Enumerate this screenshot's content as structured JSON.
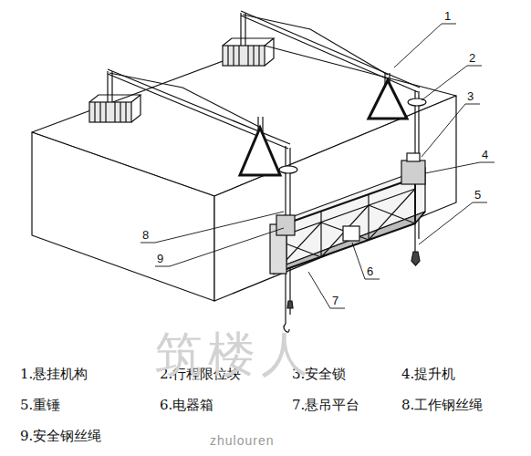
{
  "diagram": {
    "labels": [
      "1",
      "2",
      "3",
      "4",
      "5",
      "8",
      "9",
      "6",
      "7",
      "1.悬挂机构",
      "2.行程限位块",
      "3.安全锁",
      "4.提升机",
      "5.重锤",
      "6.电器箱",
      "7.悬吊平台",
      "8.工作钢丝绳",
      "9.安全钢丝绳",
      "筑楼人",
      "zhulouren"
    ]
  }
}
